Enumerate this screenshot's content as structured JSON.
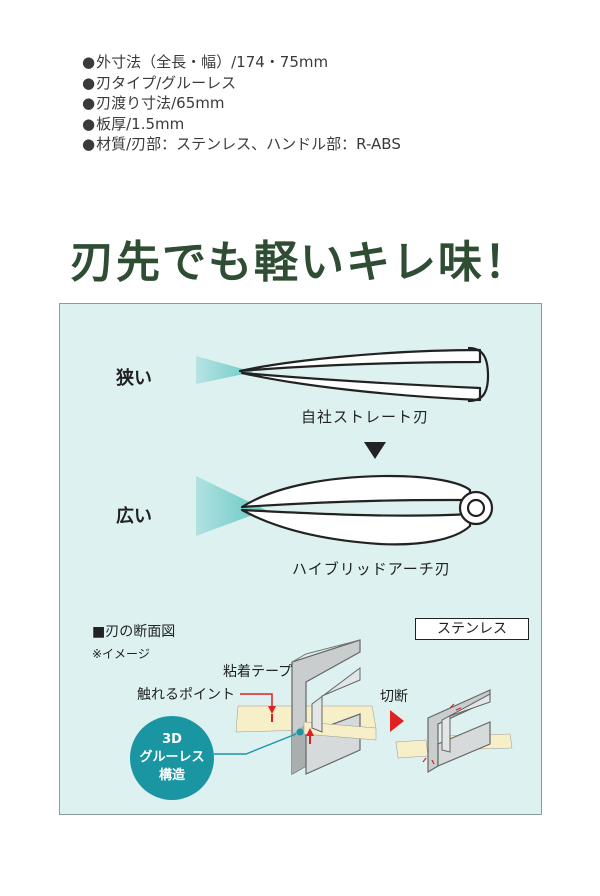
{
  "specs": [
    "外寸法（全長・幅）/174・75mm",
    "刃タイプ/グルーレス",
    "刃渡り寸法/65mm",
    "板厚/1.5mm",
    "材質/刃部：ステンレス、ハンドル部：R-ABS"
  ],
  "headline": "刃先でも軽いキレ味！",
  "comparison": {
    "narrow_label": "狭い",
    "straight_caption": "自社ストレート刃",
    "wide_label": "広い",
    "arch_caption": "ハイブリッドアーチ刃"
  },
  "section": {
    "title": "■刃の断面図",
    "note": "※イメージ",
    "material_tag": "ステンレス",
    "tape_label": "粘着テープ",
    "contact_label": "触れるポイント",
    "cut_label": "切断",
    "badge": [
      "3D",
      "グルーレス",
      "構造"
    ]
  },
  "colors": {
    "headline": "#2e4d33",
    "panel_bg": "#ddf1f1",
    "teal": "#1a96a3",
    "accent_red": "#e02020",
    "tape": "#f7efc8"
  }
}
